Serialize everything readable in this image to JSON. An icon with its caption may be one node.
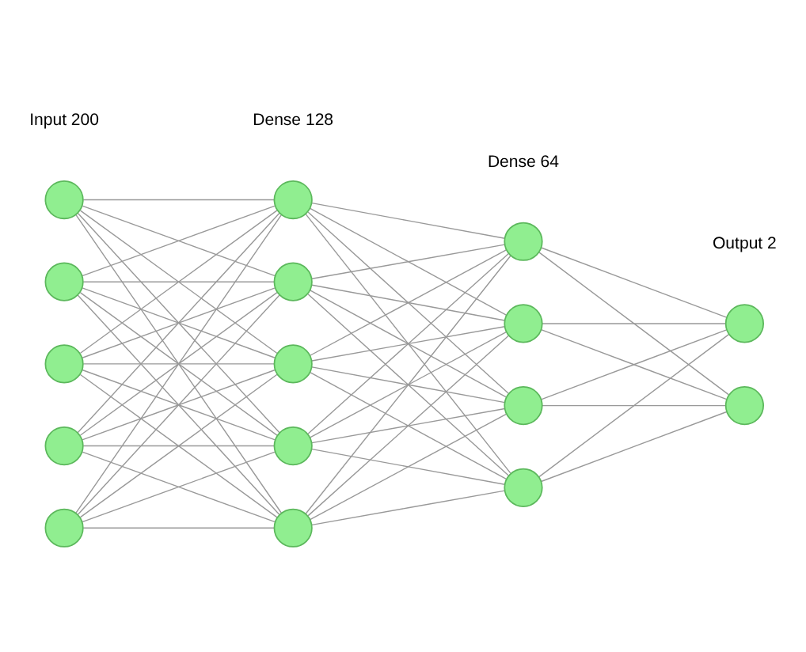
{
  "diagram": {
    "nodes": [
      {
        "text": [],
        "shape": "circle"
      },
      {
        "text": [],
        "shape": "circle"
      },
      {
        "text": [],
        "shape": "circle"
      },
      {
        "text": [],
        "shape": "circle"
      },
      {
        "text": [],
        "shape": "circle"
      },
      {
        "text": [],
        "shape": "circle"
      },
      {
        "text": [],
        "shape": "circle"
      },
      {
        "text": [],
        "shape": "circle"
      },
      {
        "text": [],
        "shape": "circle"
      },
      {
        "text": [],
        "shape": "circle"
      },
      {
        "text": [],
        "shape": "circle"
      },
      {
        "text": [],
        "shape": "circle"
      },
      {
        "text": [],
        "shape": "circle"
      },
      {
        "text": [],
        "shape": "circle"
      },
      {
        "text": [],
        "shape": "circle"
      },
      {
        "text": [],
        "shape": "circle"
      }
    ],
    "edges": [
      {
        "from": 0,
        "to": 5,
        "arrow": "none"
      },
      {
        "from": 0,
        "to": 6,
        "arrow": "none"
      },
      {
        "from": 0,
        "to": 7,
        "arrow": "none"
      },
      {
        "from": 0,
        "to": 8,
        "arrow": "none"
      },
      {
        "from": 0,
        "to": 9,
        "arrow": "none"
      },
      {
        "from": 1,
        "to": 5,
        "arrow": "none"
      },
      {
        "from": 1,
        "to": 6,
        "arrow": "none"
      },
      {
        "from": 1,
        "to": 7,
        "arrow": "none"
      },
      {
        "from": 1,
        "to": 8,
        "arrow": "none"
      },
      {
        "from": 1,
        "to": 9,
        "arrow": "none"
      },
      {
        "from": 2,
        "to": 5,
        "arrow": "none"
      },
      {
        "from": 2,
        "to": 6,
        "arrow": "none"
      },
      {
        "from": 2,
        "to": 7,
        "arrow": "none"
      },
      {
        "from": 2,
        "to": 8,
        "arrow": "none"
      },
      {
        "from": 2,
        "to": 9,
        "arrow": "none"
      },
      {
        "from": 3,
        "to": 5,
        "arrow": "none"
      },
      {
        "from": 3,
        "to": 6,
        "arrow": "none"
      },
      {
        "from": 3,
        "to": 7,
        "arrow": "none"
      },
      {
        "from": 3,
        "to": 8,
        "arrow": "none"
      },
      {
        "from": 3,
        "to": 9,
        "arrow": "none"
      },
      {
        "from": 4,
        "to": 5,
        "arrow": "none"
      },
      {
        "from": 4,
        "to": 6,
        "arrow": "none"
      },
      {
        "from": 4,
        "to": 7,
        "arrow": "none"
      },
      {
        "from": 4,
        "to": 8,
        "arrow": "none"
      },
      {
        "from": 4,
        "to": 9,
        "arrow": "none"
      },
      {
        "from": 5,
        "to": 10,
        "arrow": "none"
      },
      {
        "from": 5,
        "to": 11,
        "arrow": "none"
      },
      {
        "from": 5,
        "to": 12,
        "arrow": "none"
      },
      {
        "from": 5,
        "to": 13,
        "arrow": "none"
      },
      {
        "from": 6,
        "to": 10,
        "arrow": "none"
      },
      {
        "from": 6,
        "to": 11,
        "arrow": "none"
      },
      {
        "from": 6,
        "to": 12,
        "arrow": "none"
      },
      {
        "from": 6,
        "to": 13,
        "arrow": "none"
      },
      {
        "from": 7,
        "to": 10,
        "arrow": "none"
      },
      {
        "from": 7,
        "to": 11,
        "arrow": "none"
      },
      {
        "from": 7,
        "to": 12,
        "arrow": "none"
      },
      {
        "from": 7,
        "to": 13,
        "arrow": "none"
      },
      {
        "from": 8,
        "to": 10,
        "arrow": "none"
      },
      {
        "from": 8,
        "to": 11,
        "arrow": "none"
      },
      {
        "from": 8,
        "to": 12,
        "arrow": "none"
      },
      {
        "from": 8,
        "to": 13,
        "arrow": "none"
      },
      {
        "from": 9,
        "to": 10,
        "arrow": "none"
      },
      {
        "from": 9,
        "to": 11,
        "arrow": "none"
      },
      {
        "from": 9,
        "to": 12,
        "arrow": "none"
      },
      {
        "from": 9,
        "to": 13,
        "arrow": "none"
      },
      {
        "from": 10,
        "to": 14,
        "arrow": "none"
      },
      {
        "from": 10,
        "to": 15,
        "arrow": "none"
      },
      {
        "from": 11,
        "to": 14,
        "arrow": "none"
      },
      {
        "from": 11,
        "to": 15,
        "arrow": "none"
      },
      {
        "from": 12,
        "to": 14,
        "arrow": "none"
      },
      {
        "from": 12,
        "to": 15,
        "arrow": "none"
      },
      {
        "from": 13,
        "to": 14,
        "arrow": "none"
      },
      {
        "from": 13,
        "to": 15,
        "arrow": "none"
      }
    ],
    "labels": [
      "Input 200",
      "Dense 128",
      "Dense 64",
      "Output 2"
    ]
  }
}
